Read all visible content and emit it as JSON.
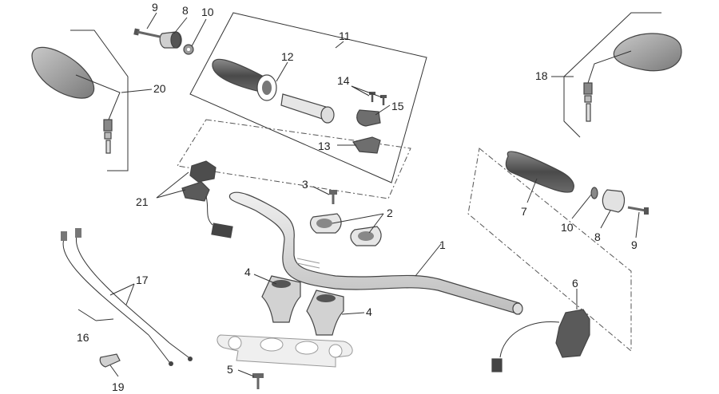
{
  "callouts": {
    "c1": "1",
    "c2": "2",
    "c3": "3",
    "c4a": "4",
    "c4b": "4",
    "c5": "5",
    "c6": "6",
    "c7": "7",
    "c8a": "8",
    "c8b": "8",
    "c9a": "9",
    "c9b": "9",
    "c10a": "10",
    "c10b": "10",
    "c11": "11",
    "c12": "12",
    "c13": "13",
    "c14": "14",
    "c15": "15",
    "c16": "16",
    "c17": "17",
    "c18": "18",
    "c19": "19",
    "c20": "20",
    "c21": "21"
  },
  "colors": {
    "line": "#333333",
    "part_fill": "#d9d9d9",
    "part_dark": "#6e6e6e",
    "background": "#ffffff"
  }
}
